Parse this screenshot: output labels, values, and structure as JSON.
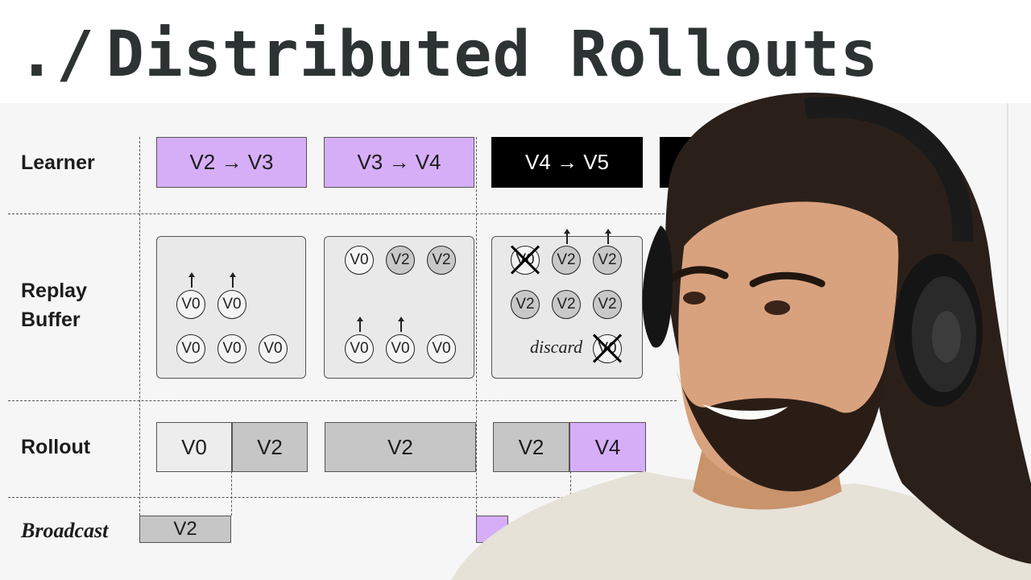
{
  "title": {
    "prefix": "./",
    "text": "Distributed Rollouts"
  },
  "rows": {
    "learner": "Learner",
    "replay_buffer_line1": "Replay",
    "replay_buffer_line2": "Buffer",
    "rollout": "Rollout",
    "broadcast": "Broadcast"
  },
  "learner_steps": [
    "V2 → V3",
    "V3 → V4",
    "V4 → V5"
  ],
  "buffers": [
    {
      "top": [
        "V0",
        "V0"
      ],
      "bottom": [
        "V0",
        "V0",
        "V0"
      ]
    },
    {
      "top": [
        "V0",
        "V2",
        "V2"
      ],
      "bottom": [
        "V0",
        "V0",
        "V0"
      ]
    },
    {
      "top": [
        "V0",
        "V2",
        "V2"
      ],
      "middle": [
        "V2",
        "V2",
        "V2"
      ],
      "discard_label": "discard",
      "discard_coin": "V0"
    }
  ],
  "rollouts": [
    "V0",
    "V2",
    "V2",
    "V2",
    "V4"
  ],
  "broadcast": [
    "V2"
  ],
  "colors": {
    "purple": "#d6aef8",
    "black": "#000000",
    "grey": "#c6c6c6",
    "title": "#2c3332"
  }
}
